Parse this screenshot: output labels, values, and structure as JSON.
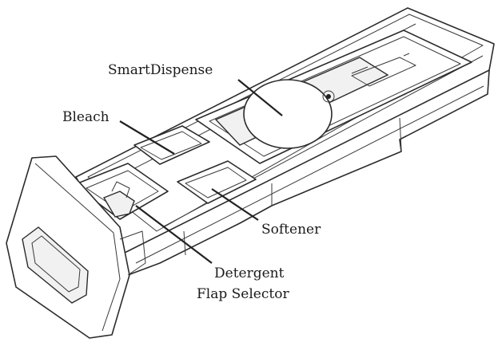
{
  "labels": {
    "smartdispense": "SmartDispense",
    "bleach": "Bleach",
    "softener": "Softener",
    "detergent_line1": "Detergent",
    "detergent_line2": "Flap Selector"
  }
}
